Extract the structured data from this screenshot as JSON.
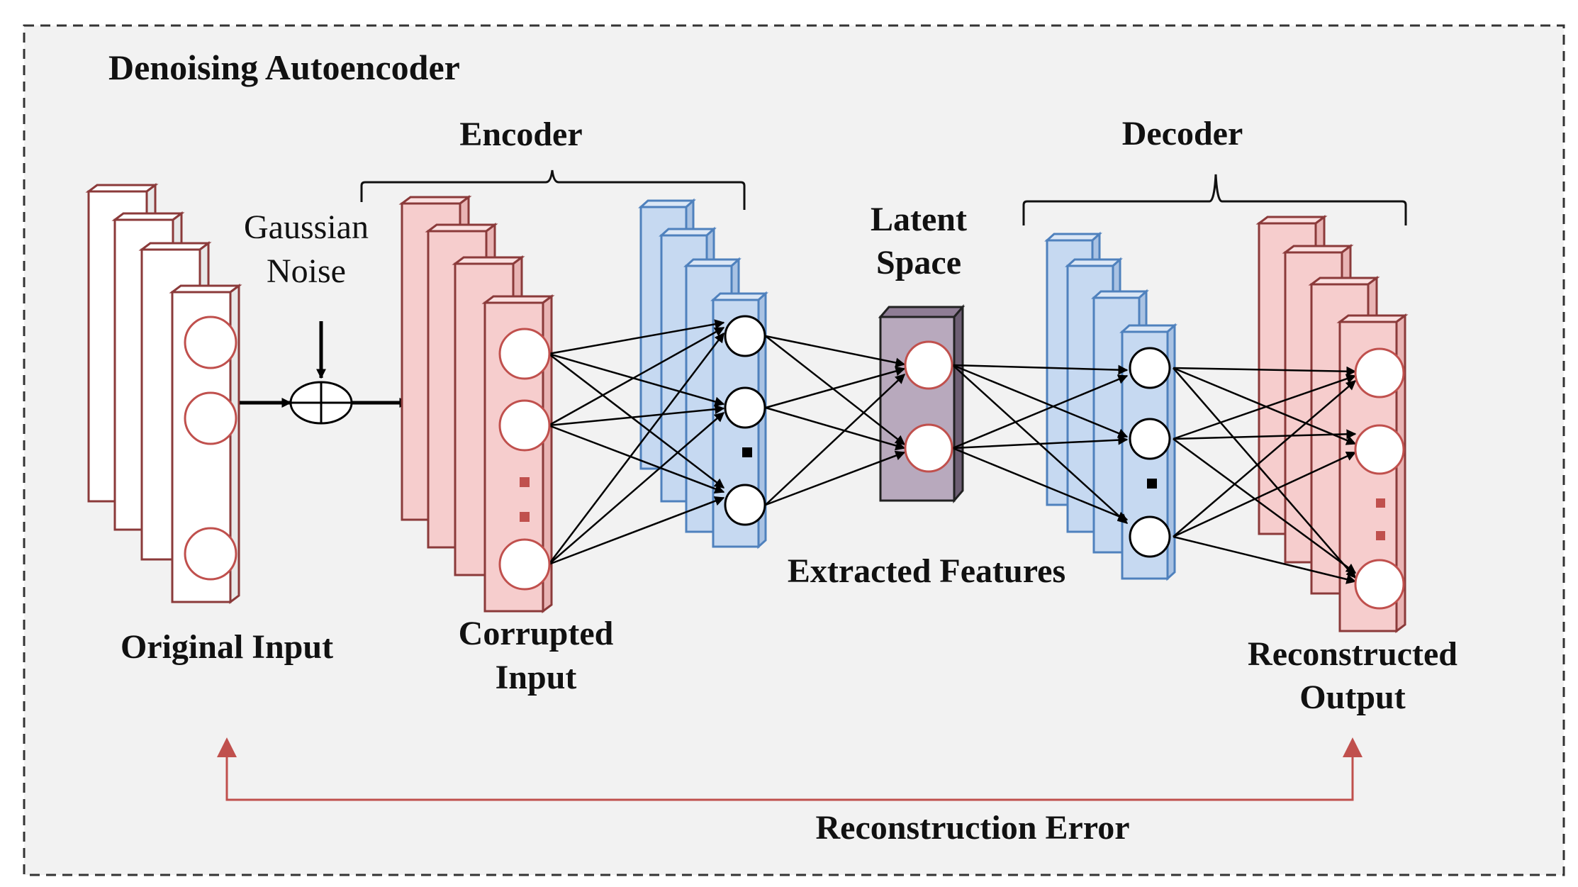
{
  "title": "Denoising Autoencoder",
  "labels": {
    "encoder": "Encoder",
    "decoder": "Decoder",
    "noise_line1": "Gaussian",
    "noise_line2": "Noise",
    "latent_line1": "Latent",
    "latent_line2": "Space",
    "original_input": "Original Input",
    "corrupted_line1": "Corrupted",
    "corrupted_line2": "Input",
    "extracted_features": "Extracted Features",
    "reconstructed_line1": "Reconstructed",
    "reconstructed_line2": "Output",
    "reconstruction_error": "Reconstruction Error"
  },
  "colors": {
    "background": "#f2f2f2",
    "input_stroke": "#8b3a3a",
    "input_fill": "#f6cdcd",
    "original_fill": "#ffffff",
    "neuron_red_stroke": "#c0504d",
    "hidden_fill": "#c6d9f1",
    "hidden_stroke": "#4f81bd",
    "latent_fill": "#b8a9bd",
    "latent_stroke": "#222222",
    "error_arrow": "#c0504d",
    "connection": "#000000"
  }
}
